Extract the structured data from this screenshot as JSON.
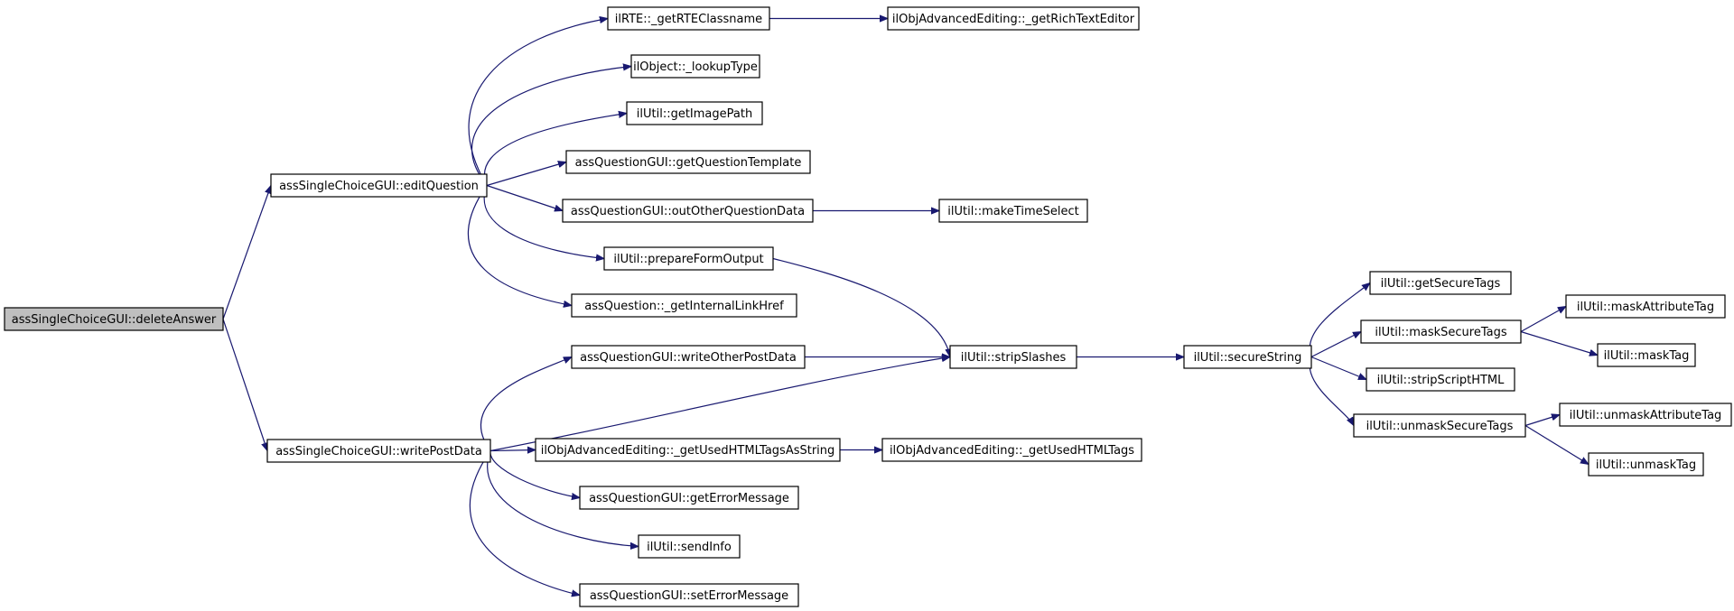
{
  "diagram": {
    "type": "call-graph",
    "edge_color": "#191970",
    "root_fill": "#bfbfbf",
    "nodes": [
      {
        "id": "root",
        "label": "assSingleChoiceGUI::deleteAnswer",
        "root": true
      },
      {
        "id": "editQuestion",
        "label": "assSingleChoiceGUI::editQuestion"
      },
      {
        "id": "writePostData",
        "label": "assSingleChoiceGUI::writePostData"
      },
      {
        "id": "getRTEClassname",
        "label": "ilRTE::_getRTEClassname"
      },
      {
        "id": "lookupType",
        "label": "ilObject::_lookupType"
      },
      {
        "id": "getImagePath",
        "label": "ilUtil::getImagePath"
      },
      {
        "id": "getQuestionTemplate",
        "label": "assQuestionGUI::getQuestionTemplate"
      },
      {
        "id": "outOtherQuestionData",
        "label": "assQuestionGUI::outOtherQuestionData"
      },
      {
        "id": "prepareFormOutput",
        "label": "ilUtil::prepareFormOutput"
      },
      {
        "id": "getInternalLinkHref",
        "label": "assQuestion::_getInternalLinkHref"
      },
      {
        "id": "getRichTextEditor",
        "label": "ilObjAdvancedEditing::_getRichTextEditor"
      },
      {
        "id": "makeTimeSelect",
        "label": "ilUtil::makeTimeSelect"
      },
      {
        "id": "writeOtherPostData",
        "label": "assQuestionGUI::writeOtherPostData"
      },
      {
        "id": "getUsedHTMLTagsAsString",
        "label": "ilObjAdvancedEditing::_getUsedHTMLTagsAsString"
      },
      {
        "id": "getErrorMessage",
        "label": "assQuestionGUI::getErrorMessage"
      },
      {
        "id": "sendInfo",
        "label": "ilUtil::sendInfo"
      },
      {
        "id": "setErrorMessage",
        "label": "assQuestionGUI::setErrorMessage"
      },
      {
        "id": "stripSlashes",
        "label": "ilUtil::stripSlashes"
      },
      {
        "id": "getUsedHTMLTags",
        "label": "ilObjAdvancedEditing::_getUsedHTMLTags"
      },
      {
        "id": "secureString",
        "label": "ilUtil::secureString"
      },
      {
        "id": "getSecureTags",
        "label": "ilUtil::getSecureTags"
      },
      {
        "id": "maskSecureTags",
        "label": "ilUtil::maskSecureTags"
      },
      {
        "id": "stripScriptHTML",
        "label": "ilUtil::stripScriptHTML"
      },
      {
        "id": "unmaskSecureTags",
        "label": "ilUtil::unmaskSecureTags"
      },
      {
        "id": "maskAttributeTag",
        "label": "ilUtil::maskAttributeTag"
      },
      {
        "id": "maskTag",
        "label": "ilUtil::maskTag"
      },
      {
        "id": "unmaskAttributeTag",
        "label": "ilUtil::unmaskAttributeTag"
      },
      {
        "id": "unmaskTag",
        "label": "ilUtil::unmaskTag"
      }
    ],
    "edges": [
      [
        "root",
        "editQuestion"
      ],
      [
        "root",
        "writePostData"
      ],
      [
        "editQuestion",
        "getRTEClassname"
      ],
      [
        "editQuestion",
        "lookupType"
      ],
      [
        "editQuestion",
        "getImagePath"
      ],
      [
        "editQuestion",
        "getQuestionTemplate"
      ],
      [
        "editQuestion",
        "outOtherQuestionData"
      ],
      [
        "editQuestion",
        "prepareFormOutput"
      ],
      [
        "editQuestion",
        "getInternalLinkHref"
      ],
      [
        "getRTEClassname",
        "getRichTextEditor"
      ],
      [
        "outOtherQuestionData",
        "makeTimeSelect"
      ],
      [
        "prepareFormOutput",
        "stripSlashes"
      ],
      [
        "writePostData",
        "writeOtherPostData"
      ],
      [
        "writePostData",
        "stripSlashes"
      ],
      [
        "writePostData",
        "getUsedHTMLTagsAsString"
      ],
      [
        "writePostData",
        "getErrorMessage"
      ],
      [
        "writePostData",
        "sendInfo"
      ],
      [
        "writePostData",
        "setErrorMessage"
      ],
      [
        "writeOtherPostData",
        "stripSlashes"
      ],
      [
        "getUsedHTMLTagsAsString",
        "getUsedHTMLTags"
      ],
      [
        "stripSlashes",
        "secureString"
      ],
      [
        "secureString",
        "getSecureTags"
      ],
      [
        "secureString",
        "maskSecureTags"
      ],
      [
        "secureString",
        "stripScriptHTML"
      ],
      [
        "secureString",
        "unmaskSecureTags"
      ],
      [
        "maskSecureTags",
        "maskAttributeTag"
      ],
      [
        "maskSecureTags",
        "maskTag"
      ],
      [
        "unmaskSecureTags",
        "unmaskAttributeTag"
      ],
      [
        "unmaskSecureTags",
        "unmaskTag"
      ]
    ]
  }
}
